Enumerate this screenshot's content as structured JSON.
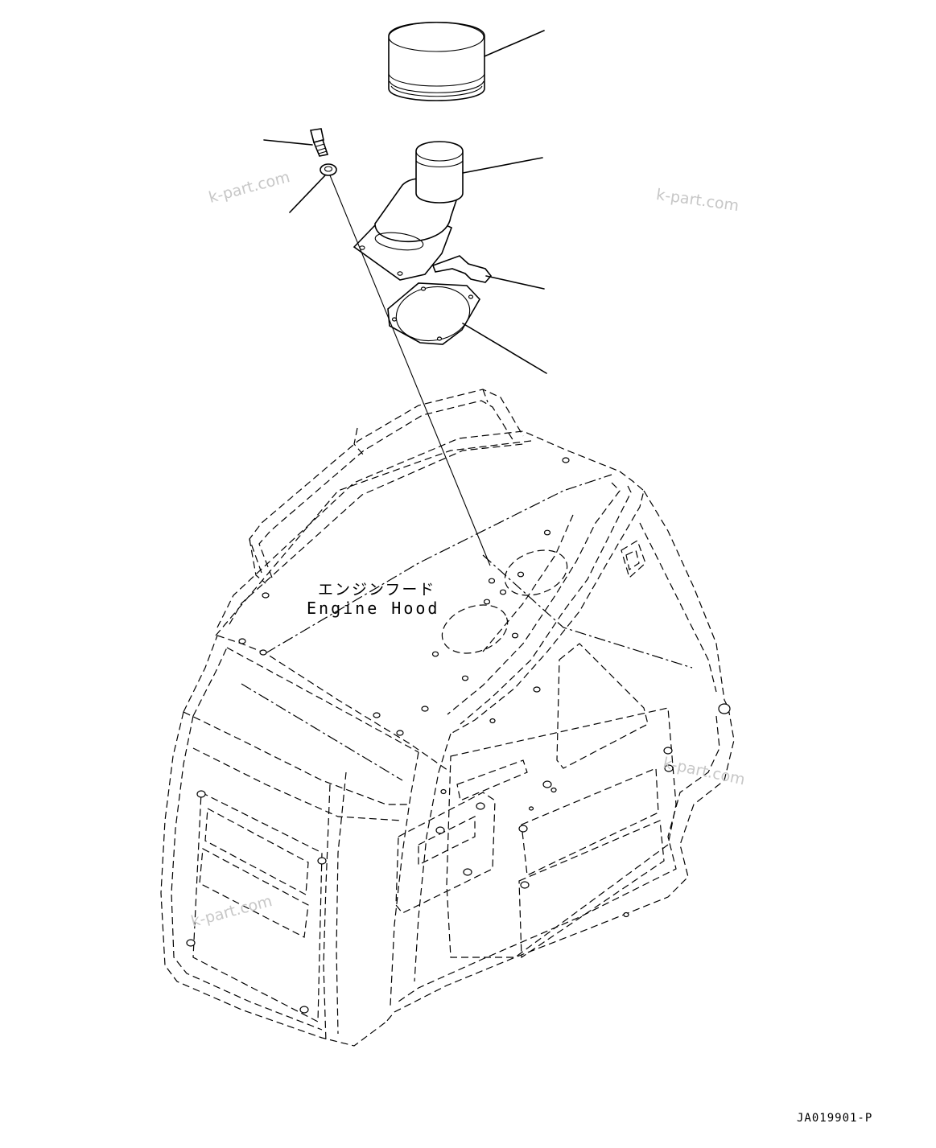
{
  "labels": {
    "part_name_jp": "エンジンフード",
    "part_name_en": "Engine Hood"
  },
  "watermarks": [
    "k-part.com",
    "k-part.com",
    "k-part.com",
    "k-part.com"
  ],
  "drawing_code": "JA019901-P"
}
